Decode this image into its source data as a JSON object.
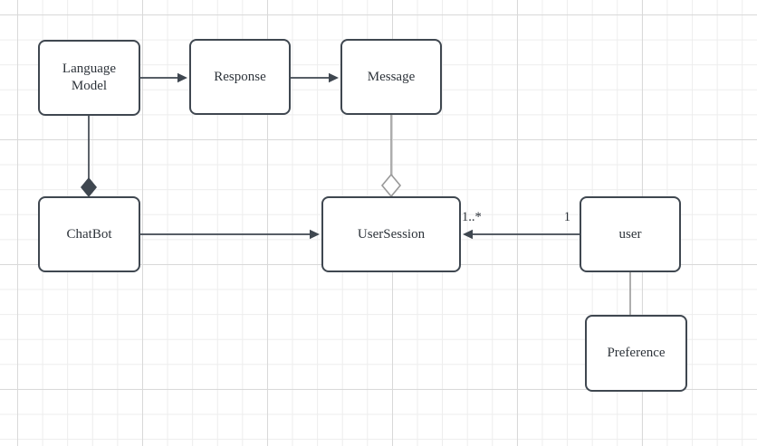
{
  "diagram": {
    "type": "uml-class-diagram",
    "colors": {
      "node_border": "#3f4750",
      "node_fill": "#ffffff",
      "edge_dark": "#3f4750",
      "edge_gray": "#999999",
      "text": "#2d333a",
      "grid_minor": "#ededed",
      "grid_major": "#d9d9d9",
      "canvas_background": "#ffffff"
    },
    "nodes": [
      {
        "id": "language-model",
        "label": "Language\nModel"
      },
      {
        "id": "response",
        "label": "Response"
      },
      {
        "id": "message",
        "label": "Message"
      },
      {
        "id": "chatbot",
        "label": "ChatBot"
      },
      {
        "id": "user-session",
        "label": "UserSession"
      },
      {
        "id": "user",
        "label": "user"
      },
      {
        "id": "preference",
        "label": "Preference"
      }
    ],
    "edges": [
      {
        "from": "Language Model",
        "to": "Response",
        "kind": "directed-arrow"
      },
      {
        "from": "Response",
        "to": "Message",
        "kind": "directed-arrow"
      },
      {
        "from": "Language Model",
        "to": "ChatBot",
        "kind": "composition-filled-diamond"
      },
      {
        "from": "Message",
        "to": "UserSession",
        "kind": "aggregation-hollow-diamond"
      },
      {
        "from": "ChatBot",
        "to": "UserSession",
        "kind": "directed-arrow"
      },
      {
        "from": "user",
        "to": "UserSession",
        "kind": "directed-arrow",
        "target_label": "1..*",
        "source_label": "1"
      },
      {
        "from": "user",
        "to": "Preference",
        "kind": "plain-line"
      }
    ]
  }
}
